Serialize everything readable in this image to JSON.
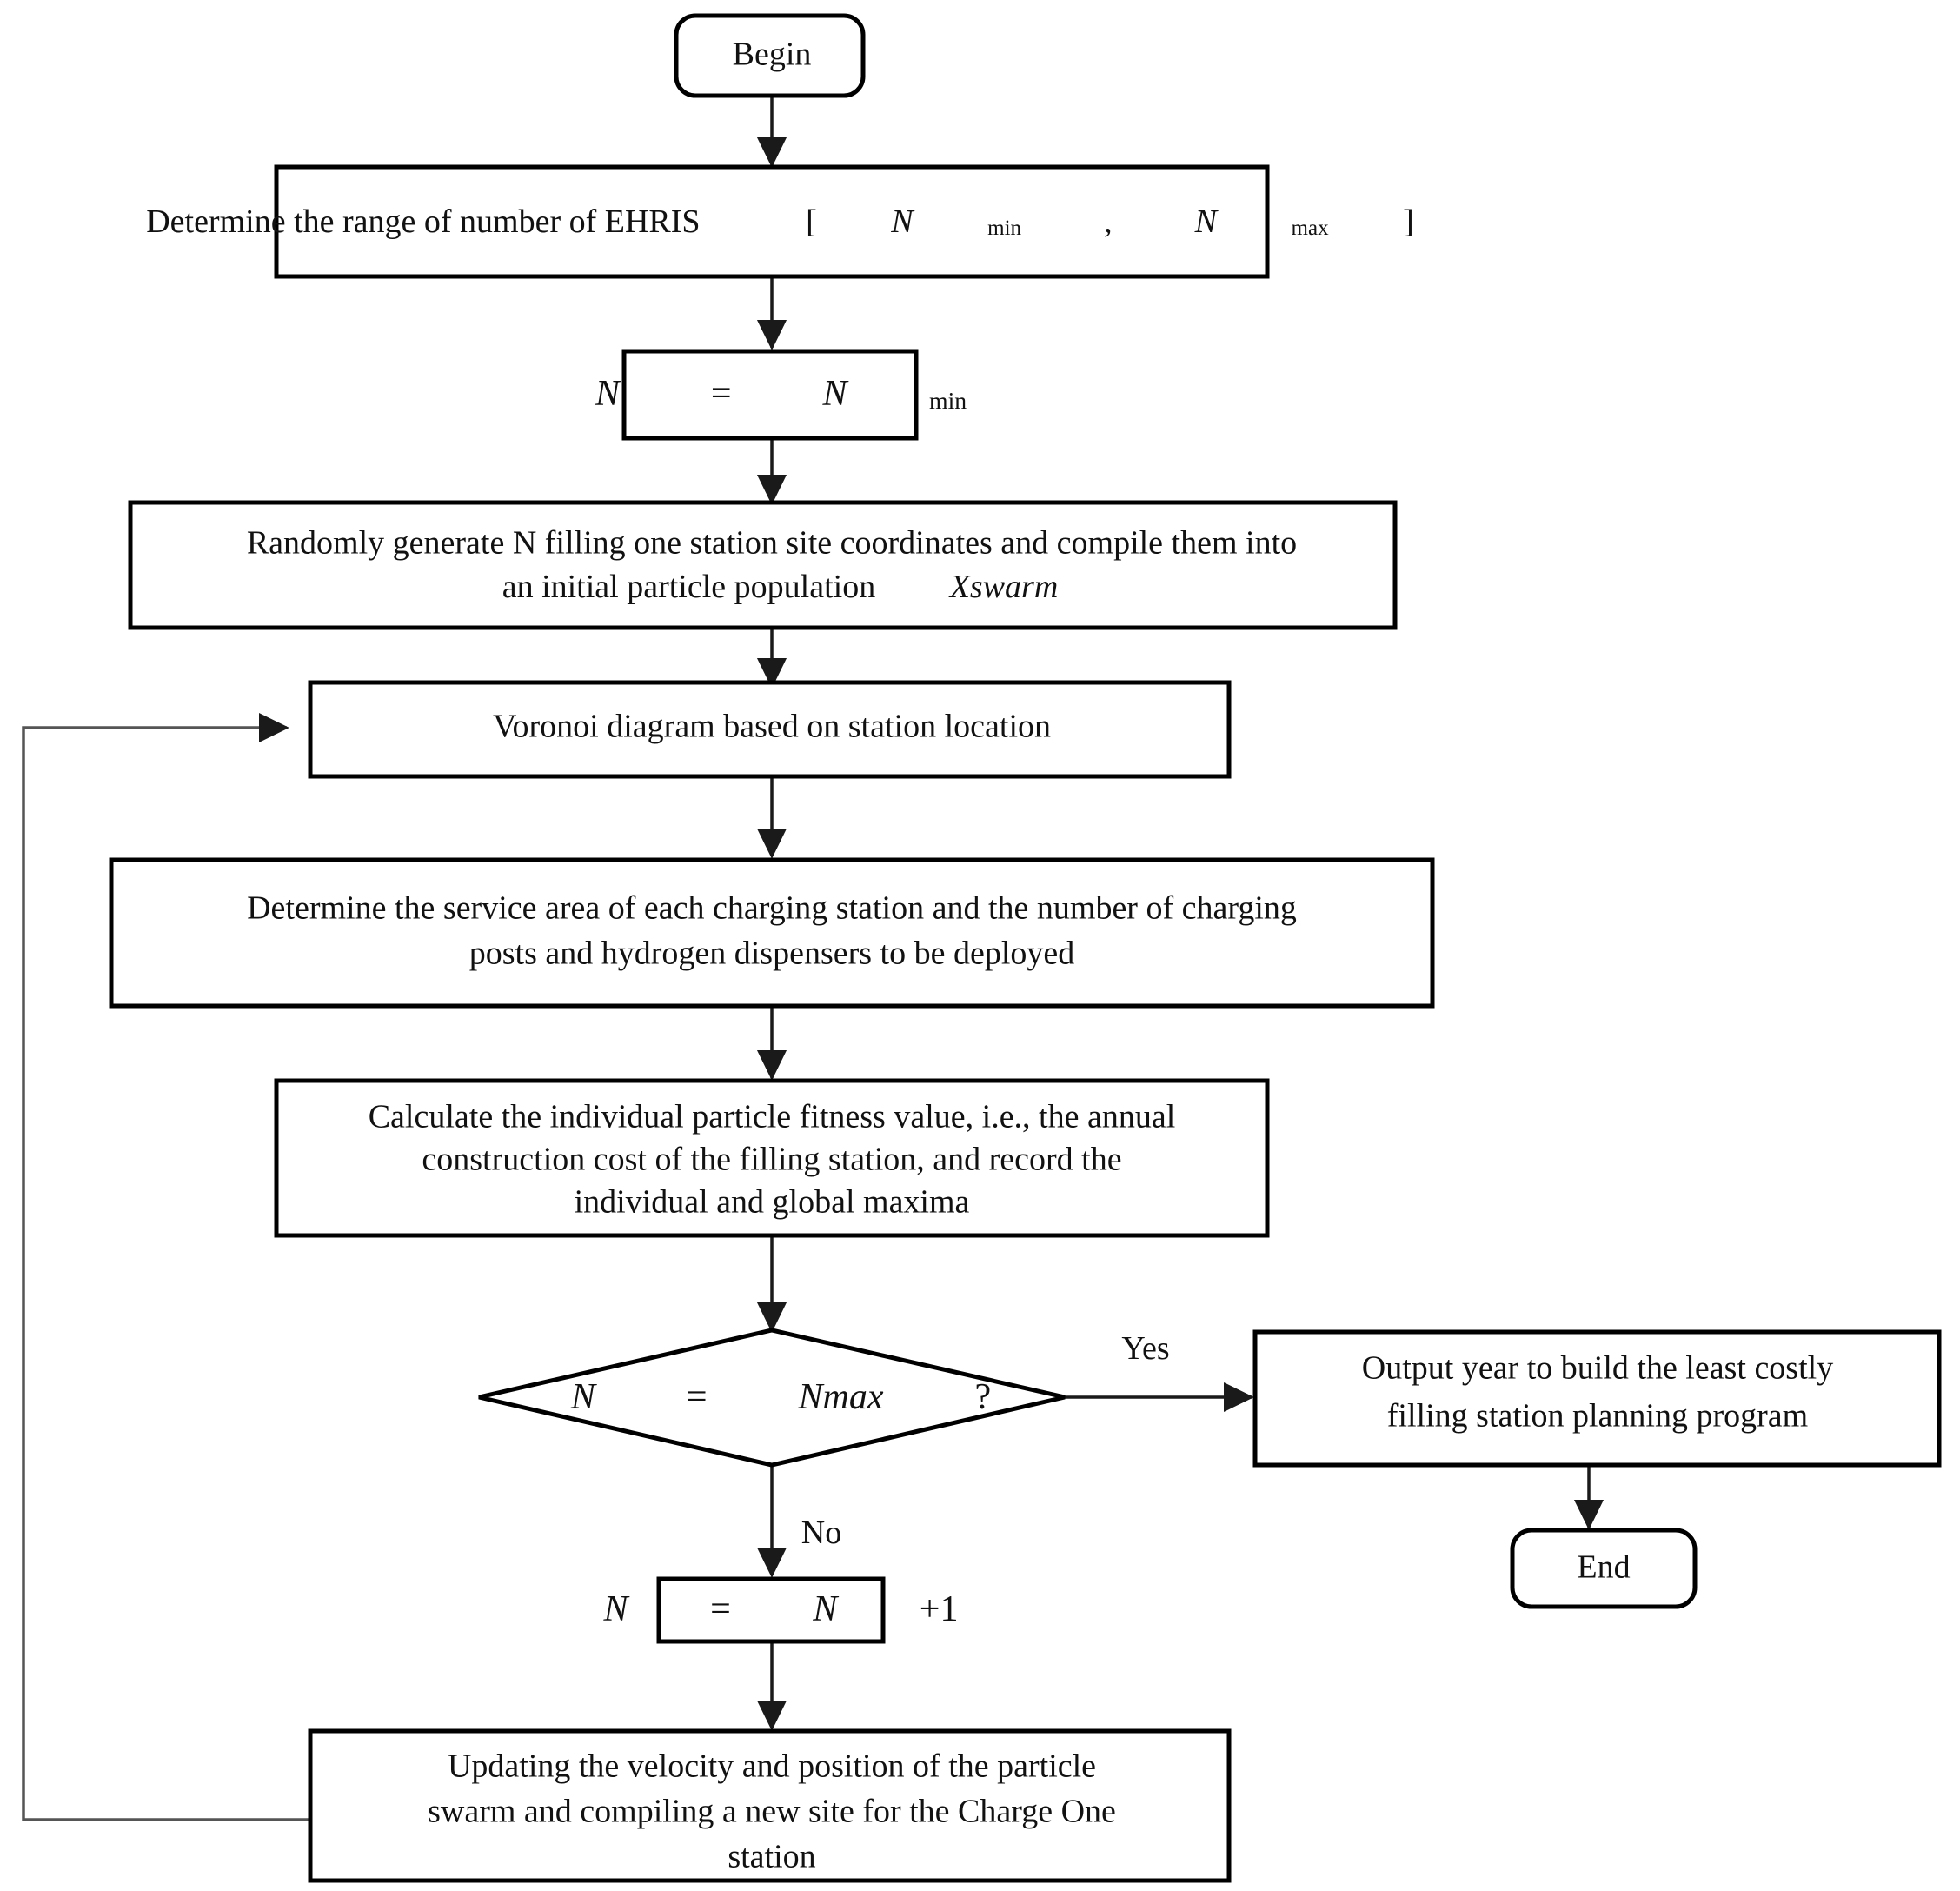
{
  "diagram": {
    "title": "EHRIS station siting flowchart",
    "type": "flowchart",
    "colors": {
      "background": "#ffffff",
      "stroke": "#000000",
      "connector": "#1a1a1a",
      "loop_connector": "#555555",
      "text": "#111111"
    },
    "nodes": [
      {
        "id": "begin",
        "shape": "terminator",
        "label": "Begin"
      },
      {
        "id": "determine-range",
        "shape": "process",
        "label": "Determine the range of number of EHRIS",
        "math_prefix": "[",
        "math_var1": "N",
        "math_sub1": "min",
        "math_sep": " , ",
        "math_var2": "N",
        "math_sub2": "max",
        "math_suffix": "]"
      },
      {
        "id": "n-init",
        "shape": "process",
        "math_var": "N",
        "math_eq": " = ",
        "math_var2": "N",
        "math_sub2": "min"
      },
      {
        "id": "random-generate",
        "shape": "process",
        "line1": "Randomly generate N filling one station site coordinates and compile them into",
        "line2_plain": "an initial particle population",
        "line2_italic": "Xswarm"
      },
      {
        "id": "voronoi",
        "shape": "process",
        "label": "Voronoi diagram based on station location"
      },
      {
        "id": "service-area",
        "shape": "process",
        "line1": "Determine the service area of each charging station and the number of charging",
        "line2": "posts and hydrogen dispensers to be deployed"
      },
      {
        "id": "fitness",
        "shape": "process",
        "line1": "Calculate the individual particle fitness value, i.e., the annual",
        "line2": "construction cost of the filling station, and record the",
        "line3": "individual and global maxima"
      },
      {
        "id": "decision",
        "shape": "decision",
        "math_var1": "N",
        "math_eq": " = ",
        "math_var2": "Nmax",
        "math_q": " ?"
      },
      {
        "id": "output",
        "shape": "process",
        "line1": "Output year to build the least costly",
        "line2": "filling station planning program"
      },
      {
        "id": "end",
        "shape": "terminator",
        "label": "End"
      },
      {
        "id": "increment",
        "shape": "process",
        "math_var1": "N",
        "math_eq": "=",
        "math_var2": "N",
        "math_plus": "+1"
      },
      {
        "id": "update-swarm",
        "shape": "process",
        "line1": "Updating the velocity and position of the particle",
        "line2": "swarm and compiling a new site for the Charge One",
        "line3": "station"
      }
    ],
    "edge_labels": {
      "yes": "Yes",
      "no": "No"
    }
  }
}
